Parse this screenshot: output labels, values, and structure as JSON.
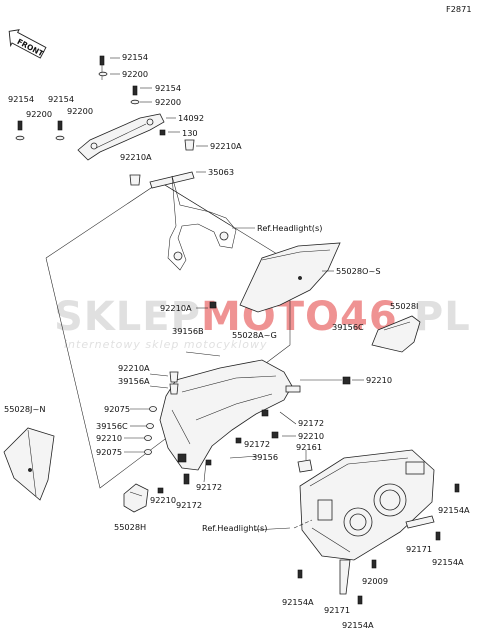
{
  "diagram": {
    "code": "F2871",
    "front_label": "FRONT",
    "watermark": {
      "brand_a": "SKLEP",
      "brand_b": "MOTO46",
      "brand_c": ".PL",
      "tagline": "internetowy sklep motocyklowy",
      "brand_color": "#e23b3b",
      "grey_color": "#c8c8c8"
    },
    "labels": {
      "l92154_top": "92154",
      "l92200_top": "92200",
      "l92154_mid": "92154",
      "l92200_mid": "92200",
      "l14092": "14092",
      "l130": "130",
      "l92210A_r": "92210A",
      "l35063": "35063",
      "l92154_left1": "92154",
      "l92154_left2": "92154",
      "l92200_left1": "92200",
      "l92200_left2": "92200",
      "l92210A_left": "92210A",
      "ref_headlight_1": "Ref.Headlight(s)",
      "l55028OS": "55028O~S",
      "l92210A_c": "92210A",
      "l39156B": "39156B",
      "l55028AG": "55028A~G",
      "l55028I": "55028I",
      "l39156C_r": "39156C",
      "l92210A_l2": "92210A",
      "l39156A": "39156A",
      "l92210_r": "92210",
      "l55028JN": "55028J~N",
      "l92075_1": "92075",
      "l39156C_l": "39156C",
      "l92210_l": "92210",
      "l92075_2": "92075",
      "l92172_1": "92172",
      "l92210_c": "92210",
      "l92172_2": "92172",
      "l39156_c": "39156",
      "l92161": "92161",
      "l92172_3": "92172",
      "l92210_b": "92210",
      "l92172_4": "92172",
      "l55028H": "55028H",
      "l92154A_1": "92154A",
      "ref_headlight_2": "Ref.Headlight(s)",
      "l92171_1": "92171",
      "l92154A_2": "92154A",
      "l92009": "92009",
      "l92154A_3": "92154A",
      "l92171_2": "92171",
      "l92154A_4": "92154A"
    }
  }
}
